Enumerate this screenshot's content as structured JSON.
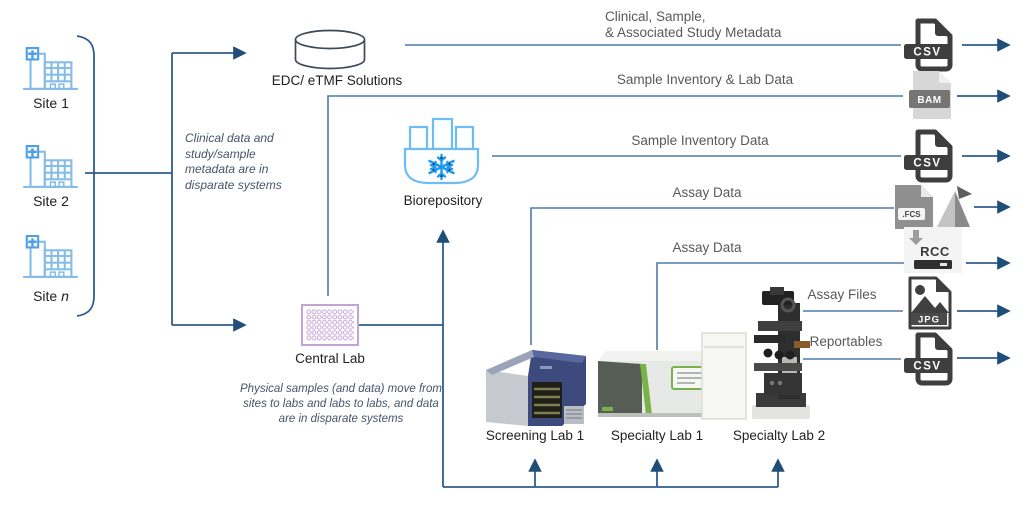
{
  "diagram": {
    "sites": [
      {
        "label": "Site 1"
      },
      {
        "label": "Site 2"
      },
      {
        "label_prefix": "Site ",
        "label_n": "n"
      }
    ],
    "annotations": {
      "top": "Clinical data and study/sample metadata are in disparate systems",
      "bottom_line1": "Physical samples (and data) move from",
      "bottom_line2": "sites to labs and labs to labs, and data",
      "bottom_line3": "are in disparate systems"
    },
    "nodes": {
      "edc": "EDC/ eTMF Solutions",
      "biorepository": "Biorepository",
      "central_lab": "Central Lab"
    },
    "labs": [
      {
        "label": "Screening Lab 1"
      },
      {
        "label": "Specialty Lab 1"
      },
      {
        "label": "Specialty Lab 2"
      }
    ],
    "flows": [
      {
        "line1": "Clinical, Sample,",
        "line2": "& Associated Study Metadata",
        "output": "CSV"
      },
      {
        "label": "Sample Inventory & Lab Data",
        "output": "BAM"
      },
      {
        "label": "Sample Inventory Data",
        "output": "CSV"
      },
      {
        "label": "Assay Data",
        "output": ".FCS"
      },
      {
        "label": "Assay Data",
        "output": "RCC"
      },
      {
        "label": "Assay Files",
        "output": "JPG"
      },
      {
        "label": "Reportables",
        "output": "CSV"
      }
    ],
    "file_labels": {
      "csv": "CSV",
      "bam": "BAM",
      "fcs": ".FCS",
      "rcc": "RCC",
      "jpg": "JPG"
    },
    "colors": {
      "connector": "#2E5C8F",
      "flow_line": "#4F79A8",
      "arrowhead": "#1F4E79",
      "site_icon": "#85BDE8",
      "biorepo_icon": "#6FBCF4",
      "snowflake": "#1D9AF0",
      "microplate": "#C3A3D4",
      "file_dark": "#3E3E3E",
      "annotation_text": "#44546A",
      "flow_text": "#595959"
    }
  }
}
